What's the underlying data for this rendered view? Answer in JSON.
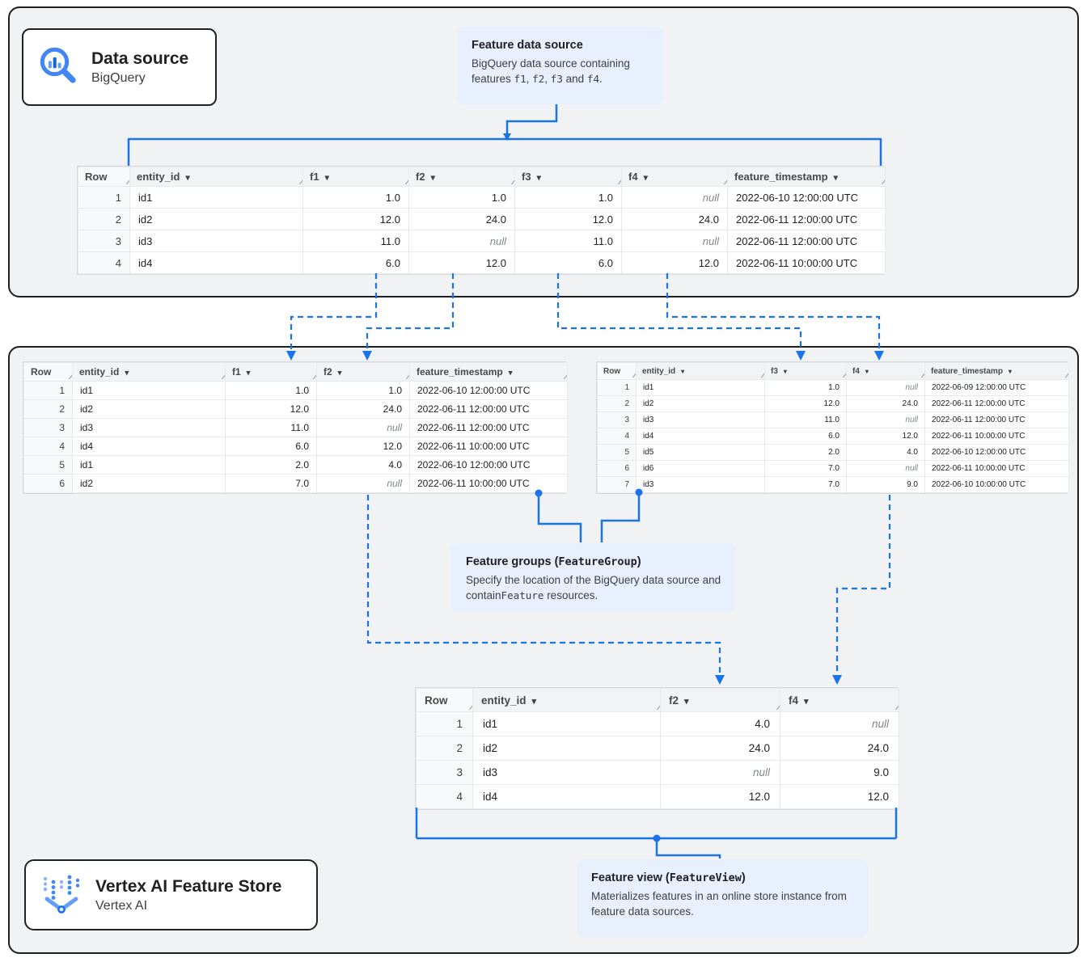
{
  "colors": {
    "accent": "#1a73e8",
    "callout_bg": "#e8f0fe",
    "panel_bg": "#f0f2f4",
    "icon_blue": "#4285f4"
  },
  "source_card": {
    "title": "Data source",
    "subtitle": "BigQuery",
    "icon": "bigquery-magnifier-chart-icon"
  },
  "store_card": {
    "title": "Vertex AI Feature Store",
    "subtitle": "Vertex AI",
    "icon": "vertex-ai-dots-icon"
  },
  "callouts": {
    "feature_data_source": {
      "title_segments": [
        {
          "t": "Feature data source"
        }
      ],
      "body_segments": [
        {
          "t": "BigQuery data source containing features "
        },
        {
          "t": "f1",
          "mono": true
        },
        {
          "t": ", "
        },
        {
          "t": "f2",
          "mono": true
        },
        {
          "t": ", "
        },
        {
          "t": "f3",
          "mono": true
        },
        {
          "t": " and "
        },
        {
          "t": "f4",
          "mono": true
        },
        {
          "t": "."
        }
      ]
    },
    "feature_groups": {
      "title_segments": [
        {
          "t": "Feature groups ("
        },
        {
          "t": "FeatureGroup",
          "mono": true
        },
        {
          "t": ")"
        }
      ],
      "body_segments": [
        {
          "t": "Specify the location of the BigQuery data source and contain"
        },
        {
          "t": "Feature",
          "mono": true
        },
        {
          "t": " resources."
        }
      ]
    },
    "feature_view": {
      "title_segments": [
        {
          "t": "Feature view ("
        },
        {
          "t": "FeatureView",
          "mono": true
        },
        {
          "t": ")"
        }
      ],
      "body_segments": [
        {
          "t": "Materializes features in an online store instance from feature data sources."
        }
      ]
    }
  },
  "tables": {
    "source": {
      "columns": [
        {
          "label": "Row",
          "rownum": true
        },
        {
          "label": "entity_id",
          "sortable": true,
          "align": "left"
        },
        {
          "label": "f1",
          "sortable": true,
          "align": "right"
        },
        {
          "label": "f2",
          "sortable": true,
          "align": "right"
        },
        {
          "label": "f3",
          "sortable": true,
          "align": "right"
        },
        {
          "label": "f4",
          "sortable": true,
          "align": "right"
        },
        {
          "label": "feature_timestamp",
          "sortable": true,
          "align": "left"
        }
      ],
      "rows": [
        [
          "1",
          "id1",
          "1.0",
          "1.0",
          "1.0",
          null,
          "2022-06-10 12:00:00 UTC"
        ],
        [
          "2",
          "id2",
          "12.0",
          "24.0",
          "12.0",
          "24.0",
          "2022-06-11 12:00:00 UTC"
        ],
        [
          "3",
          "id3",
          "11.0",
          null,
          "11.0",
          null,
          "2022-06-11 12:00:00 UTC"
        ],
        [
          "4",
          "id4",
          "6.0",
          "12.0",
          "6.0",
          "12.0",
          "2022-06-11 10:00:00 UTC"
        ]
      ]
    },
    "group1": {
      "columns": [
        {
          "label": "Row",
          "rownum": true
        },
        {
          "label": "entity_id",
          "sortable": true,
          "align": "left"
        },
        {
          "label": "f1",
          "sortable": true,
          "align": "right"
        },
        {
          "label": "f2",
          "sortable": true,
          "align": "right"
        },
        {
          "label": "feature_timestamp",
          "sortable": true,
          "align": "left"
        }
      ],
      "rows": [
        [
          "1",
          "id1",
          "1.0",
          "1.0",
          "2022-06-10 12:00:00 UTC"
        ],
        [
          "2",
          "id2",
          "12.0",
          "24.0",
          "2022-06-11 12:00:00 UTC"
        ],
        [
          "3",
          "id3",
          "11.0",
          null,
          "2022-06-11 12:00:00 UTC"
        ],
        [
          "4",
          "id4",
          "6.0",
          "12.0",
          "2022-06-11 10:00:00 UTC"
        ],
        [
          "5",
          "id1",
          "2.0",
          "4.0",
          "2022-06-10 12:00:00 UTC"
        ],
        [
          "6",
          "id2",
          "7.0",
          null,
          "2022-06-11 10:00:00 UTC"
        ]
      ]
    },
    "group2": {
      "columns": [
        {
          "label": "Row",
          "rownum": true
        },
        {
          "label": "entity_id",
          "sortable": true,
          "align": "left"
        },
        {
          "label": "f3",
          "sortable": true,
          "align": "right"
        },
        {
          "label": "f4",
          "sortable": true,
          "align": "right"
        },
        {
          "label": "feature_timestamp",
          "sortable": true,
          "align": "left"
        }
      ],
      "rows": [
        [
          "1",
          "id1",
          "1.0",
          null,
          "2022-06-09 12:00:00 UTC"
        ],
        [
          "2",
          "id2",
          "12.0",
          "24.0",
          "2022-06-11 12:00:00 UTC"
        ],
        [
          "3",
          "id3",
          "11.0",
          null,
          "2022-06-11 12:00:00 UTC"
        ],
        [
          "4",
          "id4",
          "6.0",
          "12.0",
          "2022-06-11 10:00:00 UTC"
        ],
        [
          "5",
          "id5",
          "2.0",
          "4.0",
          "2022-06-10 12:00:00 UTC"
        ],
        [
          "6",
          "id6",
          "7.0",
          null,
          "2022-06-11 10:00:00 UTC"
        ],
        [
          "7",
          "id3",
          "7.0",
          "9.0",
          "2022-06-10 10:00:00 UTC"
        ]
      ]
    },
    "view": {
      "columns": [
        {
          "label": "Row",
          "rownum": true
        },
        {
          "label": "entity_id",
          "sortable": true,
          "align": "left"
        },
        {
          "label": "f2",
          "sortable": true,
          "align": "right"
        },
        {
          "label": "f4",
          "sortable": true,
          "align": "right"
        }
      ],
      "rows": [
        [
          "1",
          "id1",
          "4.0",
          null
        ],
        [
          "2",
          "id2",
          "24.0",
          "24.0"
        ],
        [
          "3",
          "id3",
          null,
          "9.0"
        ],
        [
          "4",
          "id4",
          "12.0",
          "12.0"
        ]
      ]
    }
  },
  "null_display": "null"
}
